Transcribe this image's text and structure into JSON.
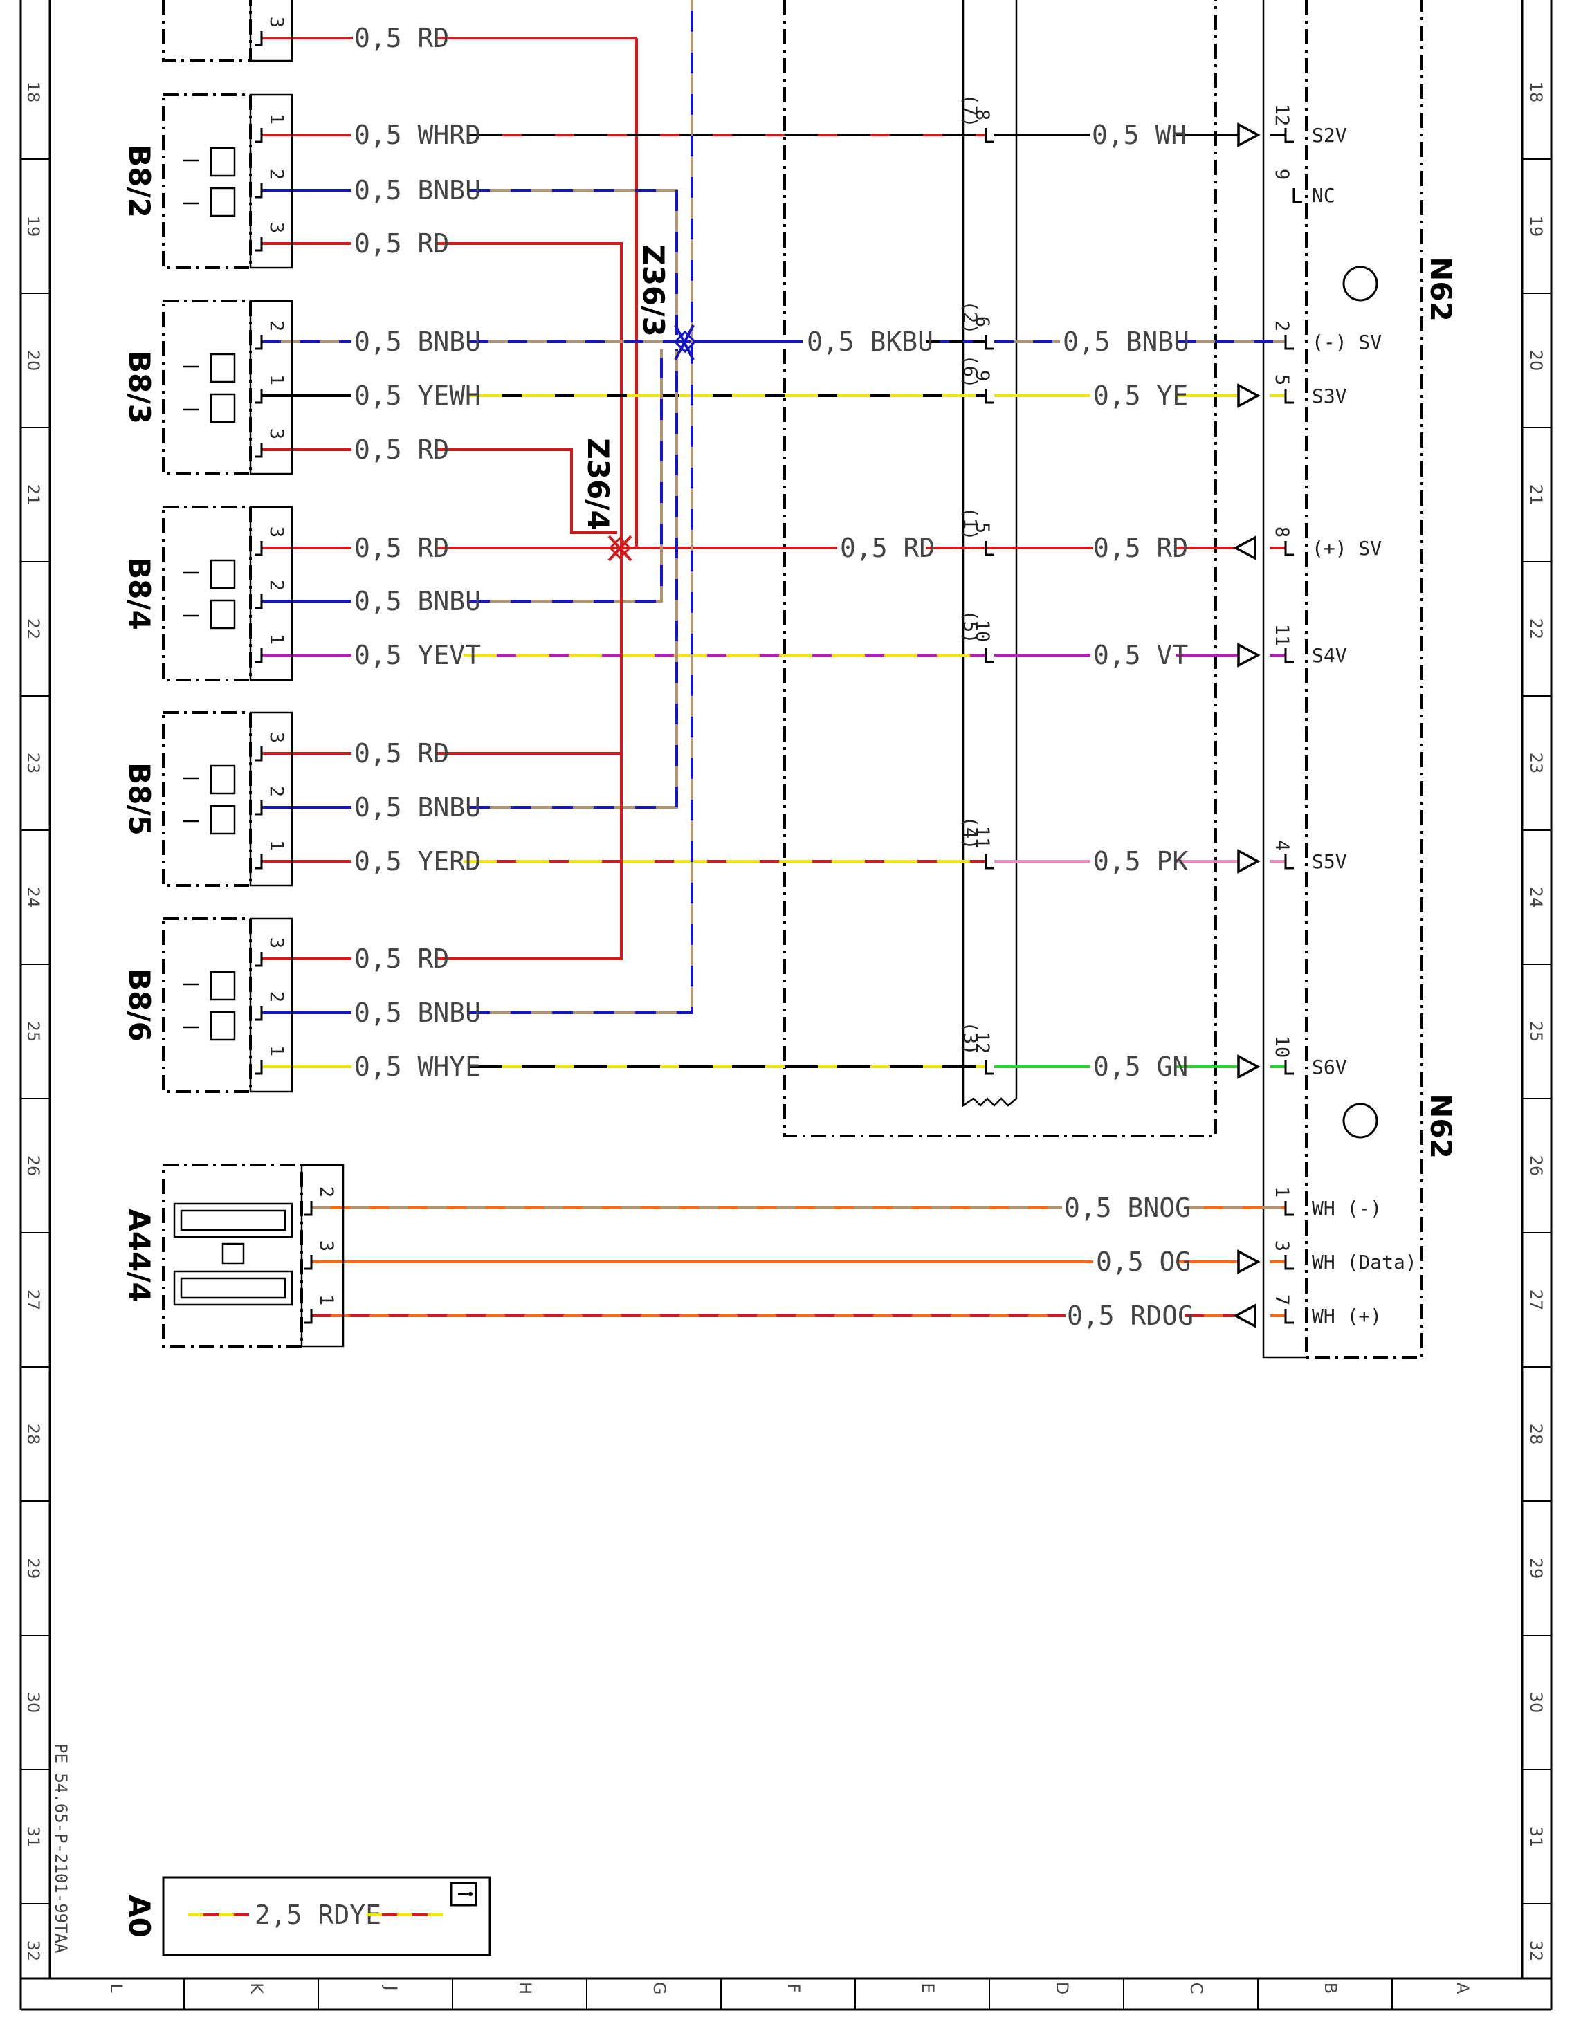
{
  "colors": {
    "RD": "#d41a1a",
    "BN": "#b49470",
    "BU": "#1414c8",
    "WH": "#000000",
    "YE": "#f2e600",
    "BK": "#000000",
    "VT": "#c814c8",
    "PK": "#ee88bb",
    "GN": "#28d428",
    "OG": "#ff6a10"
  },
  "components": {
    "b8_2": "B8/2",
    "b8_3": "B8/3",
    "b8_4": "B8/4",
    "b8_5": "B8/5",
    "b8_6": "B8/6",
    "a44_4": "A44/4",
    "n62_top": "N62",
    "n62_bottom": "N62",
    "z36_3": "Z36/3",
    "z36_4": "Z36/4",
    "a0": "A0"
  },
  "pins": {
    "top_partial": "3",
    "b8_2": [
      "1",
      "2",
      "3"
    ],
    "b8_3": [
      "2",
      "1",
      "3"
    ],
    "b8_4": [
      "3",
      "2",
      "1"
    ],
    "b8_5": [
      "3",
      "2",
      "1"
    ],
    "b8_6": [
      "3",
      "2",
      "1"
    ],
    "a44_4": [
      "2",
      "3",
      "1"
    ],
    "conn": [
      "8",
      "(7)",
      "6",
      "(2)",
      "9",
      "(6)",
      "5",
      "(1)",
      "10",
      "(5)",
      "11",
      "(4)",
      "12",
      "(3)"
    ],
    "n62": [
      "12",
      "9",
      "2",
      "5",
      "8",
      "11",
      "4",
      "10",
      "1",
      "3",
      "7"
    ]
  },
  "signals": [
    "S2V",
    "NC",
    "(-) SV",
    "S3V",
    "(+) SV",
    "S4V",
    "S5V",
    "S6V",
    "WH (-)",
    "WH (Data)",
    "WH (+)"
  ],
  "wires": {
    "top_rd": "0,5 RD",
    "w1": "0,5 WHRD",
    "w2": "0,5 BNBU",
    "w3": "0,5 RD",
    "w4": "0,5 BNBU",
    "w5": "0,5 YEWH",
    "w6": "0,5 RD",
    "w7": "0,5 RD",
    "w8": "0,5 BNBU",
    "w9": "0,5 YEVT",
    "w10": "0,5 RD",
    "w11": "0,5 BNBU",
    "w12": "0,5 YERD",
    "w13": "0,5 RD",
    "w14": "0,5 BNBU",
    "w15": "0,5 WHYE",
    "r1": "0,5 WH",
    "m2": "0,5 BKBU",
    "r2": "0,5 BNBU",
    "r3": "0,5 YE",
    "m4": "0,5 RD",
    "r4": "0,5 RD",
    "r5": "0,5 VT",
    "r6": "0,5 PK",
    "r7": "0,5 GN",
    "a1": "0,5 BNOG",
    "a2": "0,5 OG",
    "a3": "0,5 RDOG",
    "legend": "2,5 RDYE"
  },
  "grid": {
    "rows": [
      "18",
      "19",
      "20",
      "21",
      "22",
      "23",
      "24",
      "25",
      "26",
      "27",
      "28",
      "29",
      "30",
      "31",
      "32"
    ],
    "cols": [
      "L",
      "K",
      "J",
      "H",
      "G",
      "F",
      "E",
      "D",
      "C",
      "B",
      "A"
    ]
  },
  "doc_ref": "PE 54.65-P-2101-99TAA"
}
